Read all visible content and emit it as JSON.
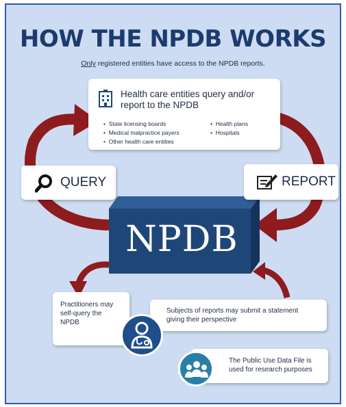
{
  "title": "HOW THE NPDB WORKS",
  "subtitle": {
    "prefix": "Only",
    "rest": " registered entities have access to the NPDB reports."
  },
  "top_card": {
    "title": "Health care entities query and/or report to the NPDB",
    "list_left": [
      "State licensing boards",
      "Medical malpractice payers",
      "Other health care entities"
    ],
    "list_right": [
      "Health plans",
      "Hospitals"
    ]
  },
  "query_label": "QUERY",
  "report_label": "REPORT",
  "center_label": "NPDB",
  "practitioners_text": "Practitioners may self-query the NPDB",
  "subjects_text": "Subjects of reports may submit a statement giving their perspective",
  "public_use_text": "The Public Use Data File is used for research purposes",
  "colors": {
    "background": "#cddcf2",
    "navy": "#1d3b6e",
    "arrow_red": "#8e1b1d",
    "box_blue": "#1f4678"
  },
  "icons": {
    "building": "building-icon",
    "query": "magnifier-icon",
    "report": "report-pen-icon",
    "doctor": "doctor-icon",
    "people": "people-icon"
  }
}
